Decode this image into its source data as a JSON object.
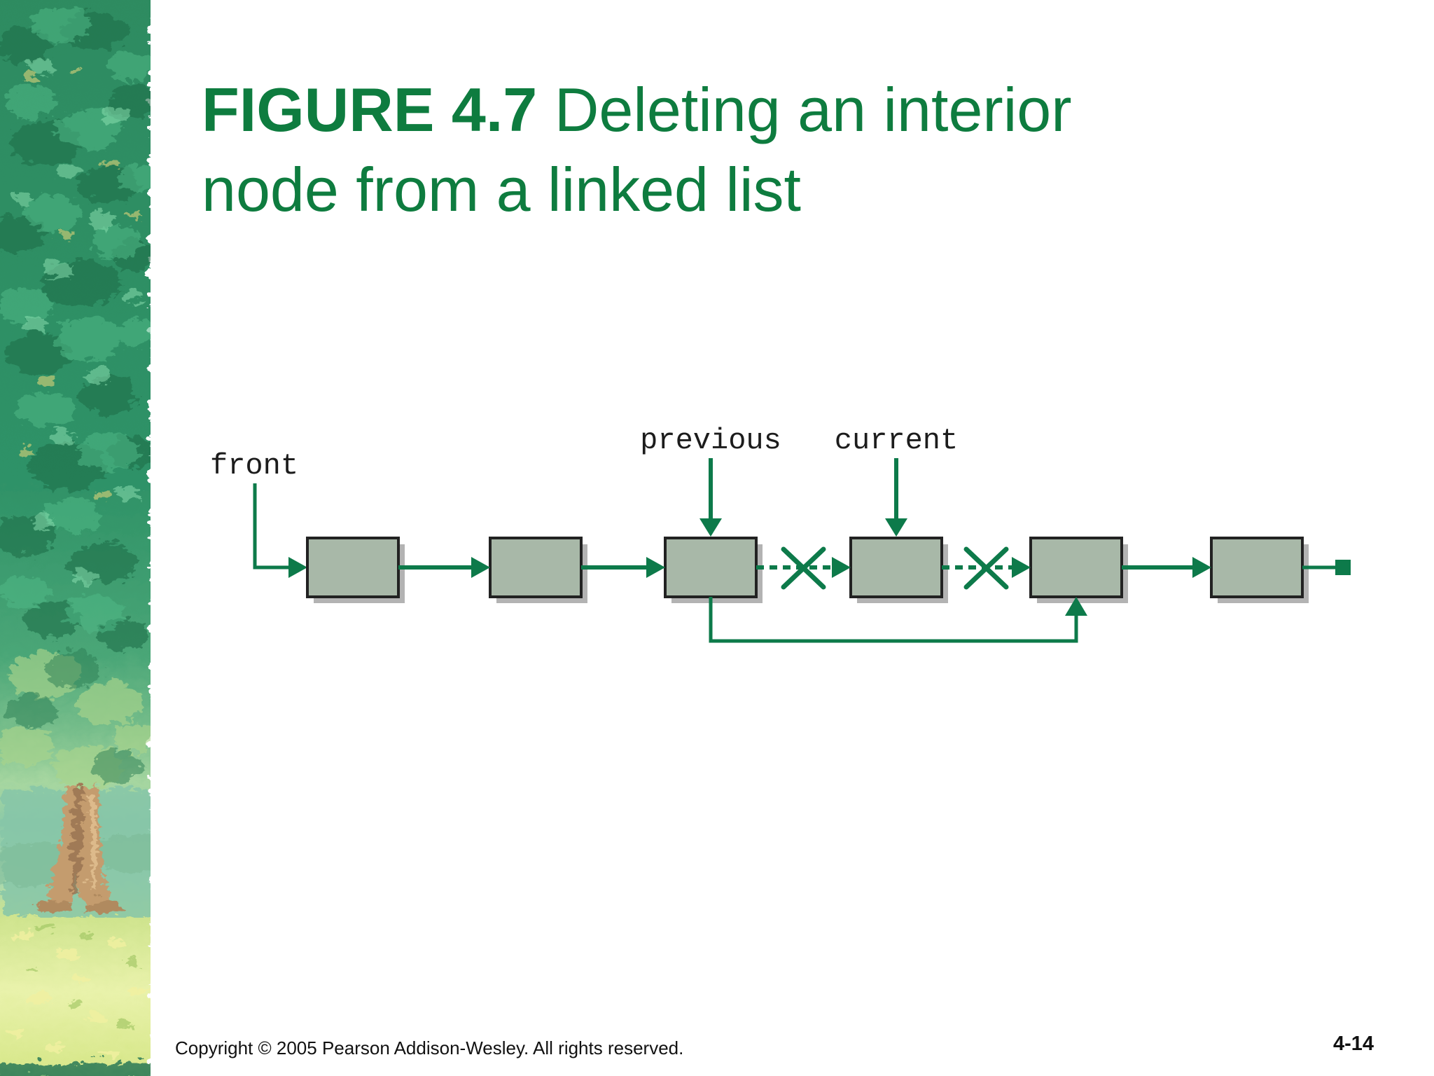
{
  "title": {
    "figure_label": "FIGURE 4.7",
    "line1_rest": "Deleting an interior",
    "line2": "node from a linked list"
  },
  "diagram": {
    "type": "singly-linked-list-deletion",
    "node_count": 6,
    "crossed_out_links": 2,
    "labels": {
      "front": "front",
      "previous": "previous",
      "current": "current"
    }
  },
  "footer": {
    "copyright": "Copyright © 2005 Pearson Addison-Wesley. All rights reserved.",
    "page_number": "4-14"
  },
  "colors": {
    "title_green": "#0e7c3f",
    "arrow_green": "#0d7a4a",
    "node_fill": "#a8b8a8",
    "node_border": "#222222",
    "node_shadow": "#b3b3b3",
    "label_black": "#1c1c1c",
    "footer_black": "#111111",
    "slide_bg": "#ffffff"
  }
}
